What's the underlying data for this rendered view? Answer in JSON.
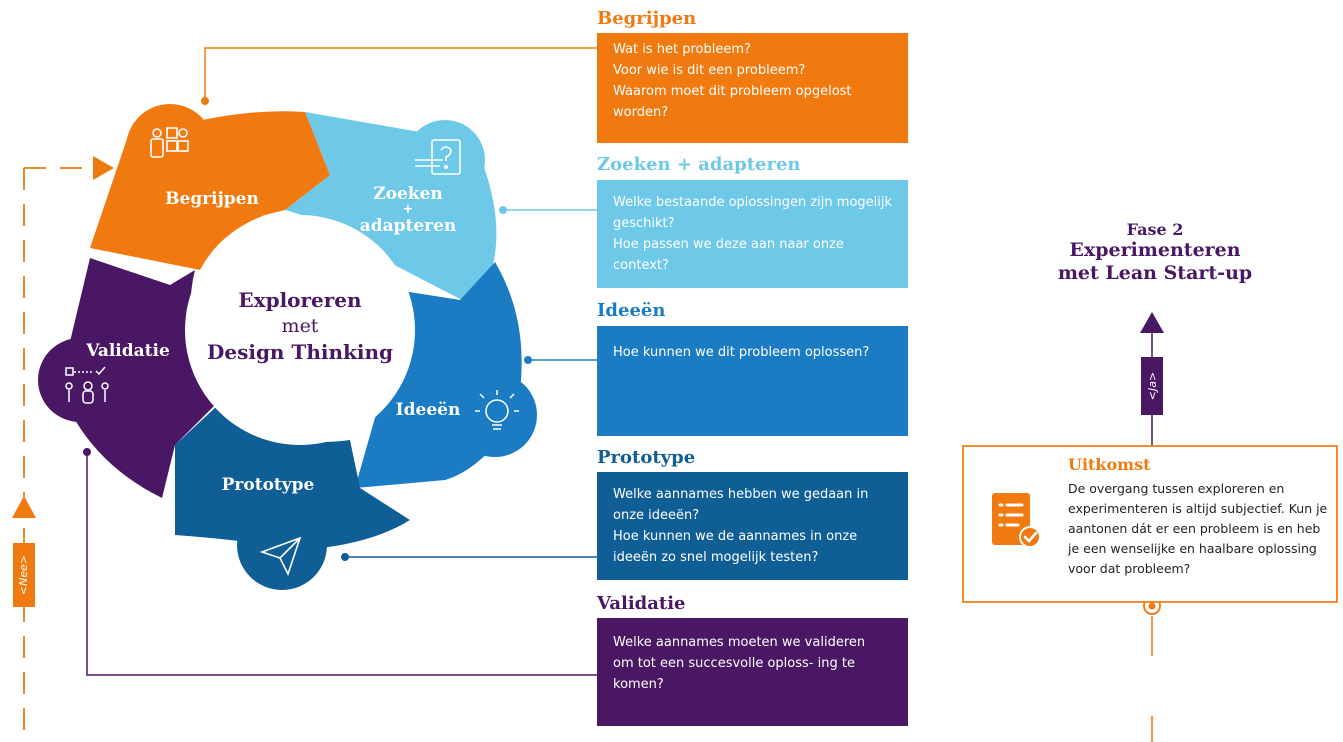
{
  "center": {
    "line1": "Exploreren",
    "line2": "met",
    "line3": "Design Thinking"
  },
  "segments": {
    "begrijpen": "Begrijpen",
    "zoeken_line1": "Zoeken",
    "zoeken_line2": "+",
    "zoeken_line3": "adapteren",
    "ideeen": "Ideeën",
    "prototype": "Prototype",
    "validatie": "Validatie"
  },
  "phases": [
    {
      "title": "Begrijpen",
      "questions": [
        "Wat is het probleem?",
        "Voor wie is dit een probleem?",
        "Waarom moet dit probleem opgelost worden?"
      ]
    },
    {
      "title": "Zoeken + adapteren",
      "questions": [
        "Welke bestaande oplossingen zijn mogelijk geschikt?",
        "Hoe passen we deze aan naar onze context?"
      ]
    },
    {
      "title": "Ideeën",
      "questions": [
        "Hoe kunnen we dit probleem oplossen?"
      ]
    },
    {
      "title": "Prototype",
      "questions": [
        "Welke aannames hebben we gedaan in onze ideeën?",
        "Hoe kunnen we de aannames in onze ideeën zo snel mogelijk testen?"
      ]
    },
    {
      "title": "Validatie",
      "questions": [
        "Welke aannames moeten we valideren om tot een succesvolle oploss- ing te komen?"
      ]
    }
  ],
  "fase2": {
    "line1": "Fase 2",
    "line2": "Experimenteren",
    "line3": "met Lean Start-up"
  },
  "uitkomst": {
    "title": "Uitkomst",
    "text": "De overgang tussen exploreren en experimenteren is altijd subjectief. Kun je aantonen dát er een probleem is en heb je een wenselijke en haalbare oplossing voor dat probleem?"
  },
  "arrow_labels": {
    "ja": "<Ja>",
    "nee": "<Nee>"
  },
  "colors": {
    "orange": "#f07a10",
    "light_blue": "#6ec9e8",
    "blue": "#1b7cc4",
    "dark_blue": "#0f5f96",
    "purple": "#4a1764"
  },
  "icons": [
    "people-puzzle-icon",
    "document-question-icon",
    "lightbulb-brain-icon",
    "paper-plane-icon",
    "validation-people-icon",
    "checklist-icon"
  ]
}
